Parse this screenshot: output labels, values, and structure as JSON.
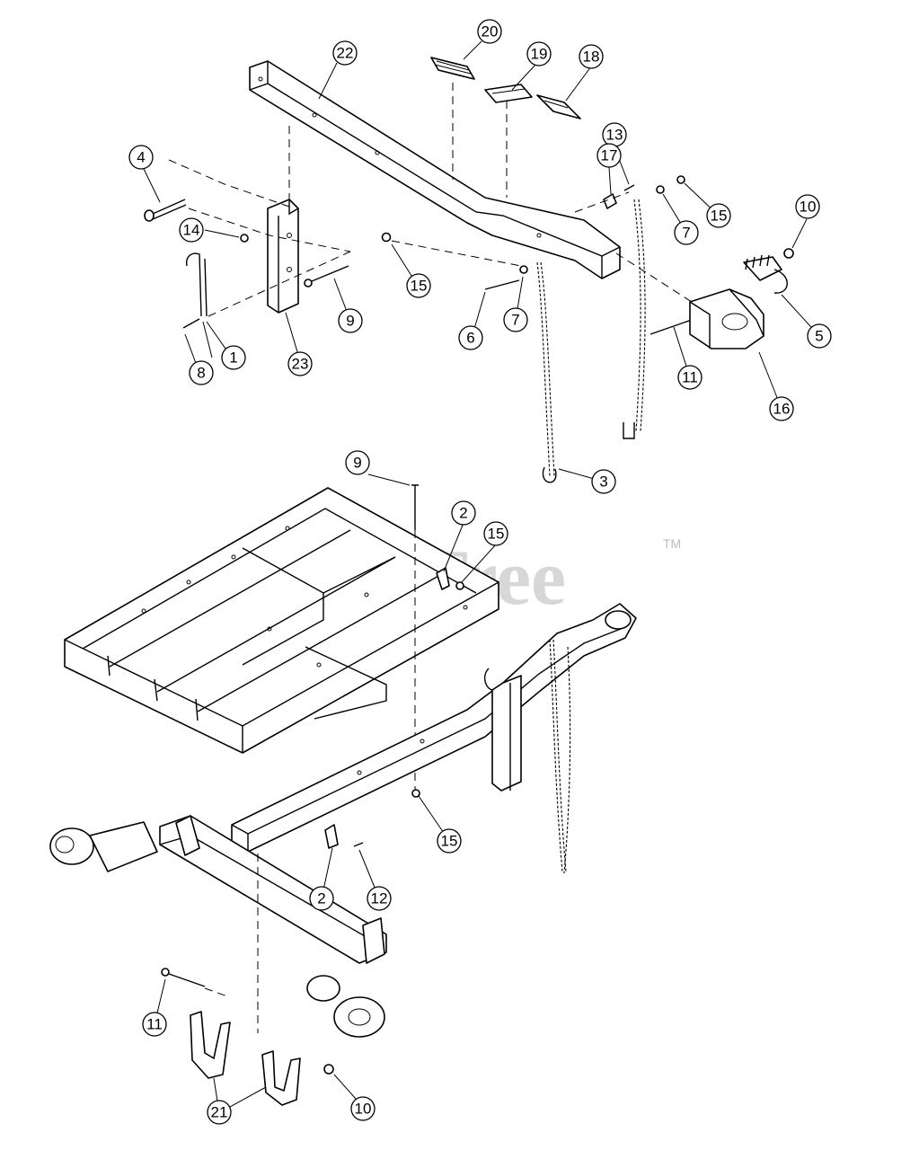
{
  "watermark": {
    "text": "PartsTree",
    "trademark": "TM"
  },
  "callouts": [
    {
      "label": "1"
    },
    {
      "label": "2"
    },
    {
      "label": "2"
    },
    {
      "label": "3"
    },
    {
      "label": "4"
    },
    {
      "label": "5"
    },
    {
      "label": "6"
    },
    {
      "label": "7"
    },
    {
      "label": "7"
    },
    {
      "label": "8"
    },
    {
      "label": "9"
    },
    {
      "label": "9"
    },
    {
      "label": "10"
    },
    {
      "label": "10"
    },
    {
      "label": "11"
    },
    {
      "label": "11"
    },
    {
      "label": "12"
    },
    {
      "label": "13"
    },
    {
      "label": "14"
    },
    {
      "label": "15"
    },
    {
      "label": "15"
    },
    {
      "label": "15"
    },
    {
      "label": "15"
    },
    {
      "label": "16"
    },
    {
      "label": "17"
    },
    {
      "label": "18"
    },
    {
      "label": "19"
    },
    {
      "label": "20"
    },
    {
      "label": "21"
    },
    {
      "label": "22"
    },
    {
      "label": "23"
    }
  ]
}
